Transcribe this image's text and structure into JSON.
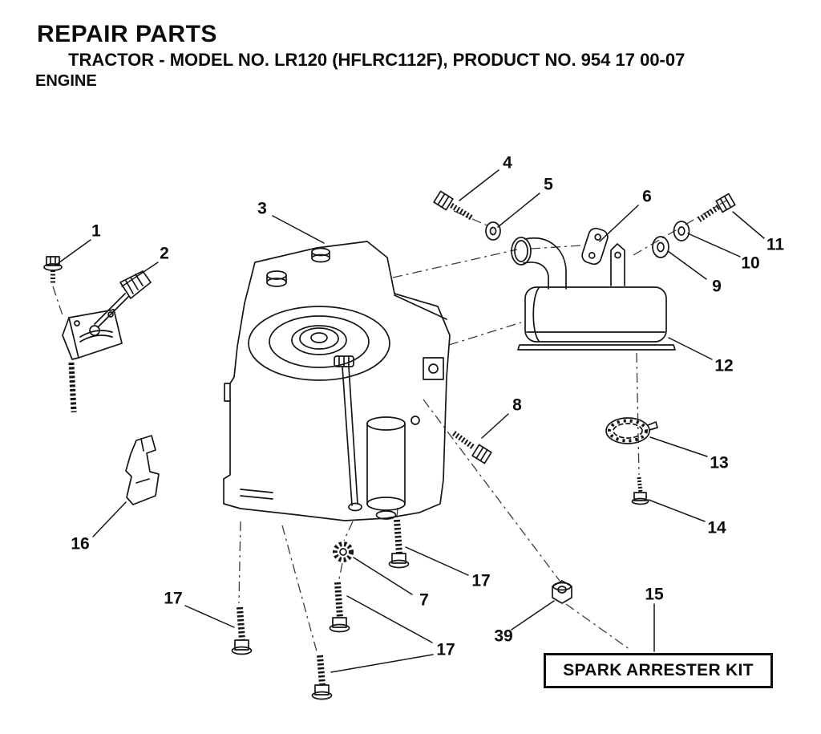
{
  "header": {
    "title": "REPAIR PARTS",
    "model_line": "TRACTOR - MODEL NO. LR120 (HFLRC112F), PRODUCT NO. 954 17 00-07",
    "section": "ENGINE"
  },
  "diagram": {
    "kit_label": "SPARK ARRESTER KIT",
    "callouts": [
      {
        "id": "1",
        "label": "1"
      },
      {
        "id": "2",
        "label": "2"
      },
      {
        "id": "3",
        "label": "3"
      },
      {
        "id": "4",
        "label": "4"
      },
      {
        "id": "5",
        "label": "5"
      },
      {
        "id": "6",
        "label": "6"
      },
      {
        "id": "9",
        "label": "9"
      },
      {
        "id": "10",
        "label": "10"
      },
      {
        "id": "11",
        "label": "11"
      },
      {
        "id": "12",
        "label": "12"
      },
      {
        "id": "8",
        "label": "8"
      },
      {
        "id": "13",
        "label": "13"
      },
      {
        "id": "14",
        "label": "14"
      },
      {
        "id": "15",
        "label": "15"
      },
      {
        "id": "16",
        "label": "16"
      },
      {
        "id": "17-left",
        "label": "17"
      },
      {
        "id": "17-mid",
        "label": "17"
      },
      {
        "id": "17-bottom",
        "label": "17"
      },
      {
        "id": "7",
        "label": "7"
      },
      {
        "id": "39",
        "label": "39"
      }
    ]
  }
}
